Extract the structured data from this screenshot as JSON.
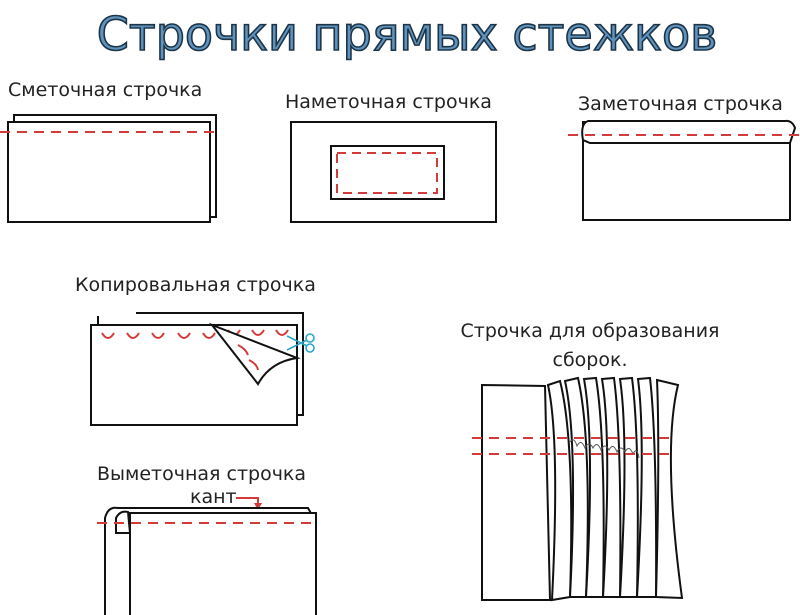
{
  "title": "Строчки прямых стежков",
  "colors": {
    "title": "#5f93bd",
    "stitch": "#d43a3a",
    "scissors": "#2aa7c9"
  },
  "labels": {
    "basting": "Сметочная строчка",
    "tacking": "Наметочная строчка",
    "hemming": "Заметочная строчка",
    "copying": "Копировальная строчка",
    "gathering_line1": "Строчка для образования",
    "gathering_line2": "сборок.",
    "edge": "Выметочная строчка",
    "piping": "кант"
  }
}
